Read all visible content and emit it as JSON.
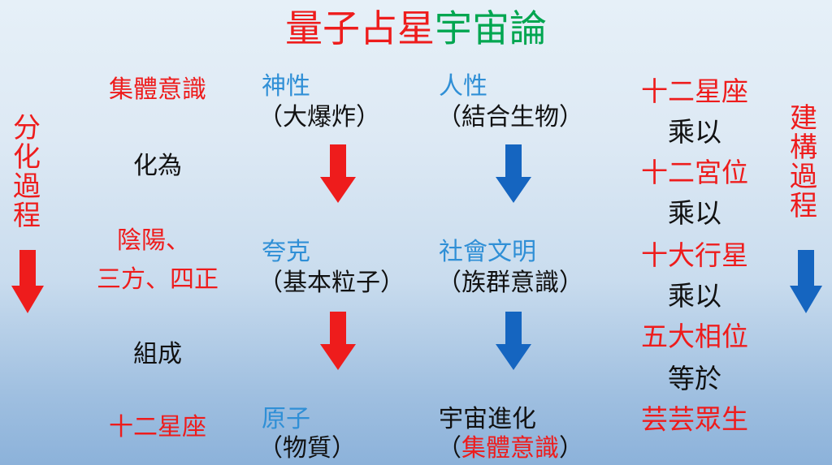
{
  "title": {
    "part1": "量子占星",
    "part2": "宇宙論"
  },
  "left_side": {
    "text": [
      "分",
      "化",
      "過",
      "程"
    ],
    "arrow": "down-arrow-red"
  },
  "right_side": {
    "text": [
      "建",
      "構",
      "過",
      "程"
    ],
    "arrow": "down-arrow-blue"
  },
  "col1": {
    "collective": "集體意識",
    "become": "化為",
    "yinyang": "陰陽、",
    "sanfang": "三方、四正",
    "compose": "組成",
    "zodiac": "十二星座"
  },
  "col2": {
    "divinity": "神性",
    "bigbang": "（大爆炸）",
    "quark": "夸克",
    "particles": "（基本粒子）",
    "atom": "原子",
    "matter": "（物質）"
  },
  "col3": {
    "humanity": "人性",
    "organism": "（結合生物）",
    "civilization": "社會文明",
    "ethnic": "（族群意識）",
    "evolution": "宇宙進化",
    "paren_open": "（",
    "collective": "集體意識",
    "paren_close": "）"
  },
  "col4": {
    "zodiac": "十二星座",
    "times1": "乘以",
    "houses": "十二宮位",
    "times2": "乘以",
    "planets": "十大行星",
    "times3": "乘以",
    "aspects": "五大相位",
    "equals": "等於",
    "beings": "芸芸眾生"
  },
  "colors": {
    "red": "#ee1c1c",
    "blue": "#2f8fd6",
    "green": "#00a650",
    "arrow_blue": "#1565c0",
    "text": "#111111"
  }
}
